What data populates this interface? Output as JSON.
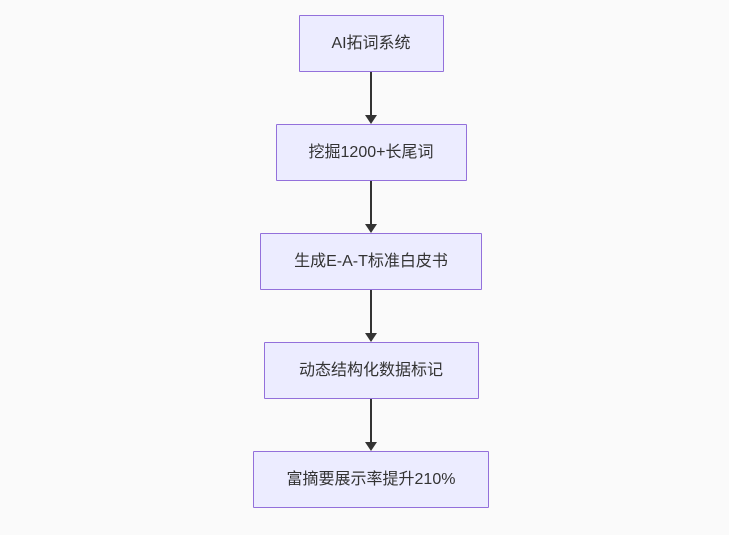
{
  "flowchart": {
    "type": "flowchart-top-down",
    "nodes": [
      {
        "label": "AI拓词系统"
      },
      {
        "label": "挖掘1200+长尾词"
      },
      {
        "label": "生成E-A-T标准白皮书"
      },
      {
        "label": "动态结构化数据标记"
      },
      {
        "label": "富摘要展示率提升210%"
      }
    ],
    "edges": [
      {
        "from": "AI拓词系统",
        "to": "挖掘1200+长尾词"
      },
      {
        "from": "挖掘1200+长尾词",
        "to": "生成E-A-T标准白皮书"
      },
      {
        "from": "生成E-A-T标准白皮书",
        "to": "动态结构化数据标记"
      },
      {
        "from": "动态结构化数据标记",
        "to": "富摘要展示率提升210%"
      }
    ],
    "colors": {
      "background": "#fafafa",
      "node_fill": "#ececff",
      "node_border": "#9370db",
      "text": "#333333",
      "arrow": "#333333"
    }
  }
}
